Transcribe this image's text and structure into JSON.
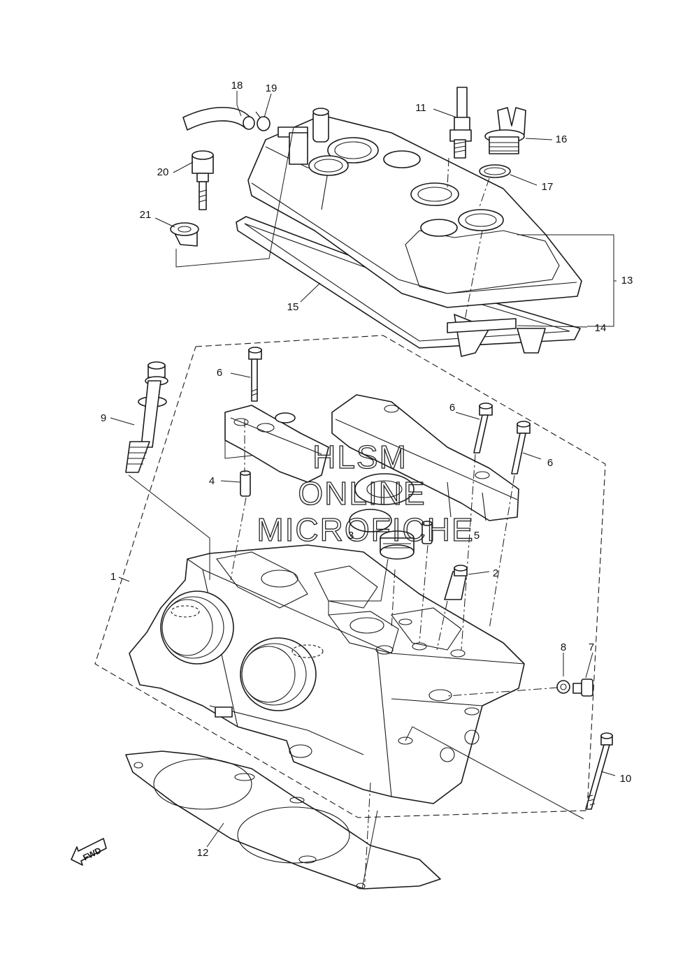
{
  "callouts": [
    {
      "id": "c1",
      "text": "1"
    },
    {
      "id": "c2",
      "text": "2"
    },
    {
      "id": "c3",
      "text": "3"
    },
    {
      "id": "c4",
      "text": "4"
    },
    {
      "id": "c5",
      "text": "5"
    },
    {
      "id": "c6a",
      "text": "6"
    },
    {
      "id": "c6b",
      "text": "6"
    },
    {
      "id": "c6c",
      "text": "6"
    },
    {
      "id": "c7",
      "text": "7"
    },
    {
      "id": "c8",
      "text": "8"
    },
    {
      "id": "c9",
      "text": "9"
    },
    {
      "id": "c10",
      "text": "10"
    },
    {
      "id": "c11",
      "text": "11"
    },
    {
      "id": "c12",
      "text": "12"
    },
    {
      "id": "c13",
      "text": "13"
    },
    {
      "id": "c14",
      "text": "14"
    },
    {
      "id": "c15",
      "text": "15"
    },
    {
      "id": "c16",
      "text": "16"
    },
    {
      "id": "c17",
      "text": "17"
    },
    {
      "id": "c18",
      "text": "18"
    },
    {
      "id": "c19",
      "text": "19"
    },
    {
      "id": "c20",
      "text": "20"
    },
    {
      "id": "c21",
      "text": "21"
    }
  ],
  "watermark": {
    "line1": "HLSM",
    "line2": "ONLINE",
    "line3": "MICROFICHE"
  },
  "direction_badge": "FWD"
}
